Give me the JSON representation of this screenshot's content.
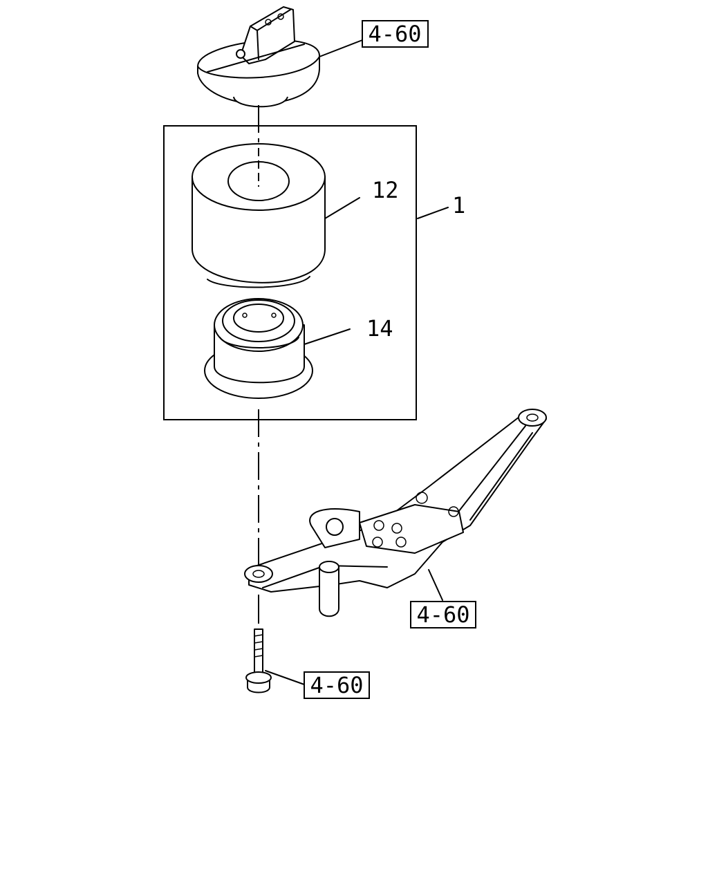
{
  "callouts": {
    "top_ref": "4-60",
    "assembly": "1",
    "part_12": "12",
    "part_14": "14",
    "bracket_ref": "4-60",
    "bolt_ref": "4-60"
  }
}
